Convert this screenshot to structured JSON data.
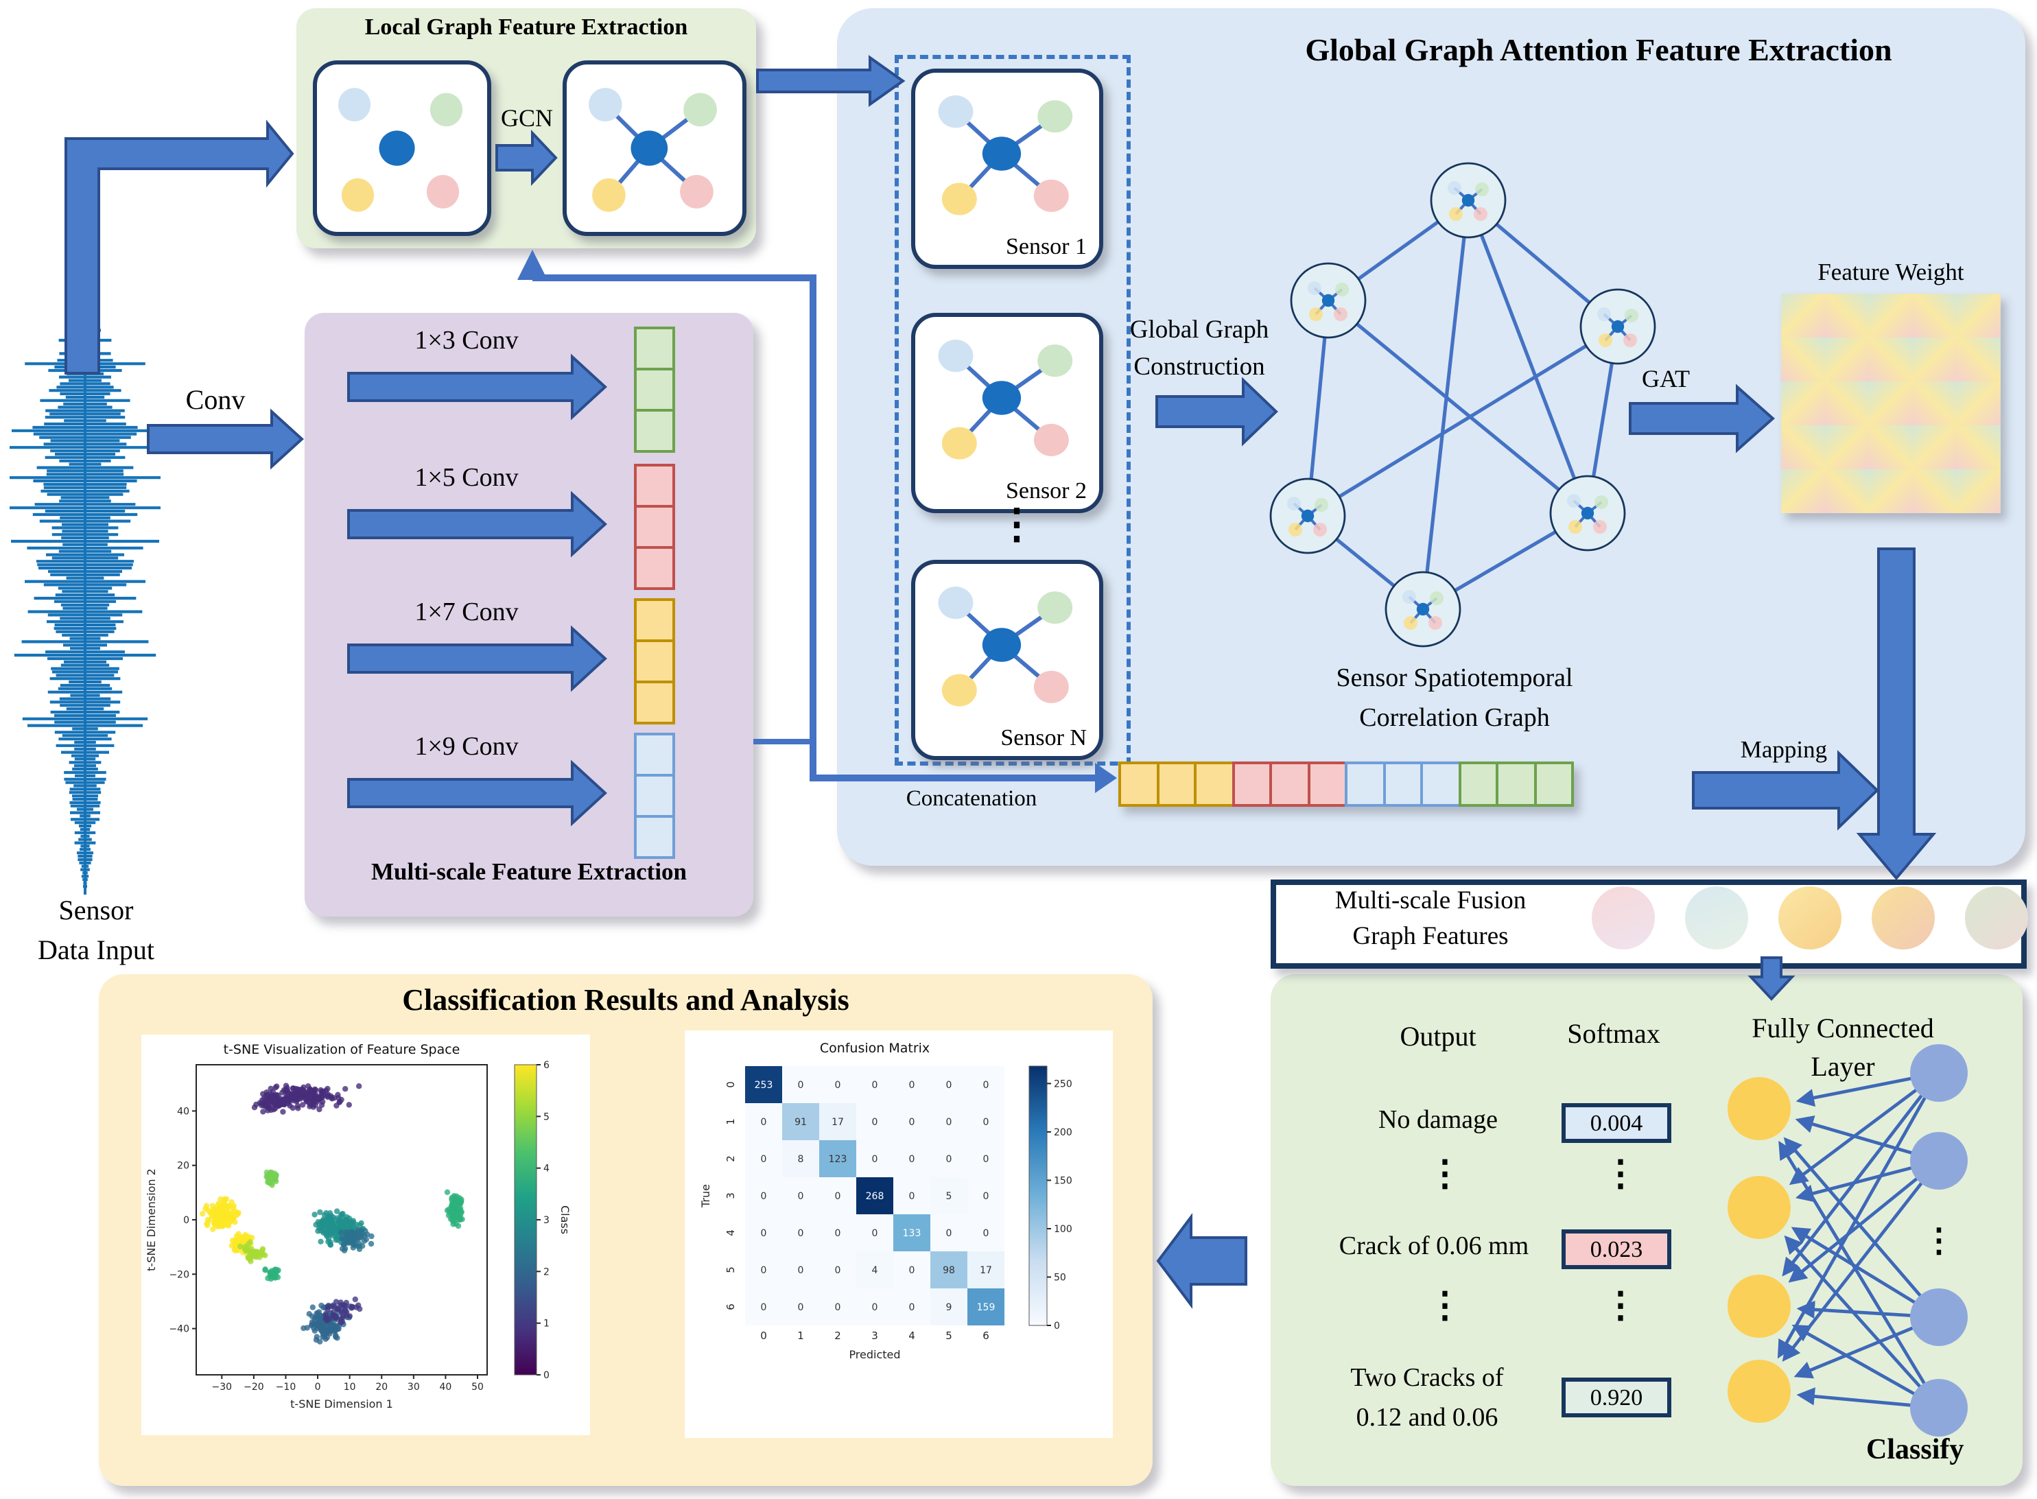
{
  "local_graph": {
    "title": "Local Graph Feature Extraction",
    "gcn_label": "GCN"
  },
  "sensor_input": {
    "label_line1": "Sensor",
    "label_line2": "Data Input",
    "conv_label": "Conv"
  },
  "multiscale": {
    "title": "Multi-scale Feature Extraction",
    "rows": [
      {
        "label": "1×3 Conv"
      },
      {
        "label": "1×5 Conv"
      },
      {
        "label": "1×7 Conv"
      },
      {
        "label": "1×9 Conv"
      }
    ]
  },
  "global": {
    "title": "Global Graph Attention Feature Extraction",
    "construction_line1": "Global Graph",
    "construction_line2": "Construction",
    "sensors": [
      {
        "label": "Sensor 1"
      },
      {
        "label": "Sensor 2"
      },
      {
        "label": "Sensor N"
      }
    ],
    "ellipsis": "⋮",
    "caption_line1": "Sensor Spatiotemporal",
    "caption_line2": "Correlation Graph",
    "gat_label": "GAT",
    "feature_weight_label": "Feature Weight",
    "mapping_label": "Mapping",
    "concatenation_label": "Concatenation"
  },
  "fusion": {
    "label_line1": "Multi-scale Fusion",
    "label_line2": "Graph Features"
  },
  "classifier": {
    "output_header": "Output",
    "softmax_header": "Softmax",
    "fc_header_line1": "Fully Connected",
    "fc_header_line2": "Layer",
    "ellipsis": "⋮",
    "rows": [
      {
        "label1": "No damage",
        "label2": "",
        "value": "0.004"
      },
      {
        "label1": "Crack of 0.06 mm",
        "label2": "",
        "value": "0.023"
      },
      {
        "label1": "Two Cracks of",
        "label2": "0.12 and 0.06",
        "value": "0.920"
      }
    ],
    "classify_label": "Classify"
  },
  "results": {
    "title": "Classification Results and Analysis"
  },
  "chart_data": [
    {
      "type": "scatter",
      "title": "t-SNE Visualization of Feature Space",
      "xlabel": "t-SNE Dimension 1",
      "ylabel": "t-SNE Dimension 2",
      "xlim": [
        -38,
        53
      ],
      "ylim": [
        -57,
        57
      ],
      "xticks": [
        -30,
        -20,
        -10,
        0,
        10,
        20,
        30,
        40,
        50
      ],
      "yticks": [
        -40,
        -20,
        0,
        20,
        40
      ],
      "colorbar": {
        "label": "Class",
        "ticks": [
          0,
          1,
          2,
          3,
          4,
          5,
          6
        ],
        "stops": [
          "#440154",
          "#46327e",
          "#365c8d",
          "#277f8e",
          "#1fa187",
          "#4ac16d",
          "#a0da39",
          "#fde725"
        ]
      },
      "clusters": [
        {
          "class": 0,
          "color": "#472d7b",
          "cx": -4,
          "cy": 45,
          "sx": 13,
          "sy": 4.2,
          "n": 170
        },
        {
          "class": 0,
          "color": "#472d7b",
          "cx": -14,
          "cy": 43,
          "sx": 5,
          "sy": 3,
          "n": 60
        },
        {
          "class": 5,
          "color": "#75d054",
          "cx": -14.5,
          "cy": 15.5,
          "sx": 2.4,
          "sy": 2.4,
          "n": 50
        },
        {
          "class": 6,
          "color": "#fde725",
          "cx": -30,
          "cy": 2,
          "sx": 4.8,
          "sy": 5,
          "n": 150
        },
        {
          "class": 6,
          "color": "#fde725",
          "cx": -24,
          "cy": -9,
          "sx": 3.8,
          "sy": 4,
          "n": 55
        },
        {
          "class": 5,
          "color": "#a8db34",
          "cx": -20,
          "cy": -12,
          "sx": 4,
          "sy": 3.6,
          "n": 45
        },
        {
          "class": 4,
          "color": "#2db27d",
          "cx": -14,
          "cy": -20,
          "sx": 2.4,
          "sy": 2,
          "n": 28
        },
        {
          "class": 3,
          "color": "#21918c",
          "cx": 6,
          "cy": -3,
          "sx": 7,
          "sy": 6,
          "n": 200
        },
        {
          "class": 3,
          "color": "#2c728e",
          "cx": 11,
          "cy": -7,
          "sx": 5,
          "sy": 4,
          "n": 60
        },
        {
          "class": 4,
          "color": "#2db27d",
          "cx": 43,
          "cy": 4,
          "sx": 2.2,
          "sy": 6.5,
          "n": 85
        },
        {
          "class": 2,
          "color": "#31688e",
          "cx": 3,
          "cy": -38,
          "sx": 6,
          "sy": 7,
          "n": 130
        },
        {
          "class": 1,
          "color": "#443983",
          "cx": 7,
          "cy": -34,
          "sx": 5,
          "sy": 5,
          "n": 45
        }
      ]
    },
    {
      "type": "heatmap",
      "title": "Confusion Matrix",
      "xlabel": "Predicted",
      "ylabel": "True",
      "class_labels": [
        "0",
        "1",
        "2",
        "3",
        "4",
        "5",
        "6"
      ],
      "matrix": [
        [
          253,
          0,
          0,
          0,
          0,
          0,
          0
        ],
        [
          0,
          91,
          17,
          0,
          0,
          0,
          0
        ],
        [
          0,
          8,
          123,
          0,
          0,
          0,
          0
        ],
        [
          0,
          0,
          0,
          268,
          0,
          5,
          0
        ],
        [
          0,
          0,
          0,
          0,
          133,
          0,
          0
        ],
        [
          0,
          0,
          0,
          4,
          0,
          98,
          17
        ],
        [
          0,
          0,
          0,
          0,
          0,
          9,
          159
        ]
      ],
      "vmax": 268,
      "colorbar": {
        "ticks": [
          0,
          50,
          100,
          150,
          200,
          250
        ],
        "colormap": "Blues"
      }
    }
  ]
}
